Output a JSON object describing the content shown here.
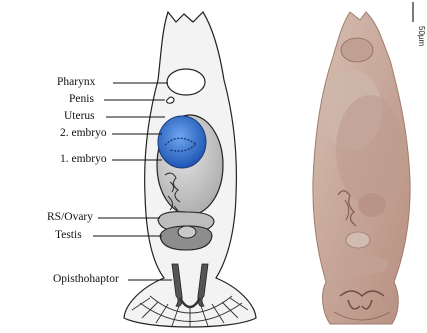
{
  "labels": {
    "pharynx": "Pharynx",
    "penis": "Penis",
    "uterus": "Uterus",
    "embryo2": "2. embryo",
    "embryo1": "1. embryo",
    "rs_ovary": "RS/Ovary",
    "testis": "Testis",
    "opisthohaptor": "Opisthohaptor"
  },
  "scale_bar": "50µm",
  "colors": {
    "body_fill": "#f2f2f2",
    "outline": "#222222",
    "embryo_blue": "#2f6fd1",
    "uterus_grey": "#cfcfcf",
    "micrograph": "#c8a99a"
  }
}
